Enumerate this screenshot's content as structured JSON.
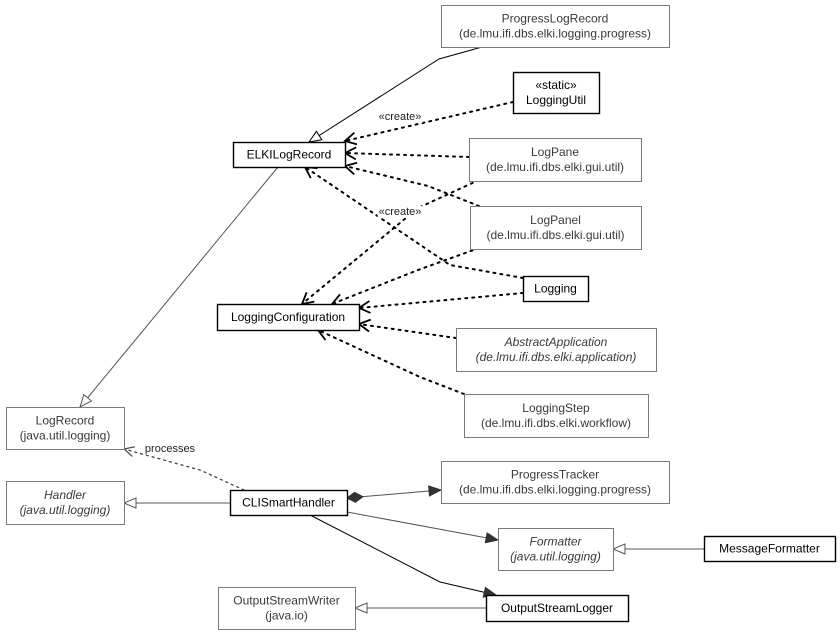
{
  "nodes": {
    "progress_log_record": {
      "lines": [
        "ProgressLogRecord",
        "(de.lmu.ifi.dbs.elki.logging.progress)"
      ],
      "italic": false,
      "style": "ext"
    },
    "logging_util": {
      "lines": [
        "«static»",
        "LoggingUtil"
      ],
      "italic": false,
      "style": "main"
    },
    "elki_log_record": {
      "lines": [
        "ELKILogRecord"
      ],
      "italic": false,
      "style": "main"
    },
    "log_pane": {
      "lines": [
        "LogPane",
        "(de.lmu.ifi.dbs.elki.gui.util)"
      ],
      "italic": false,
      "style": "ext"
    },
    "log_panel": {
      "lines": [
        "LogPanel",
        "(de.lmu.ifi.dbs.elki.gui.util)"
      ],
      "italic": false,
      "style": "ext"
    },
    "logging": {
      "lines": [
        "Logging"
      ],
      "italic": false,
      "style": "main"
    },
    "logging_configuration": {
      "lines": [
        "LoggingConfiguration"
      ],
      "italic": false,
      "style": "main"
    },
    "abstract_application": {
      "lines": [
        "AbstractApplication",
        "(de.lmu.ifi.dbs.elki.application)"
      ],
      "italic": true,
      "style": "ext"
    },
    "logging_step": {
      "lines": [
        "LoggingStep",
        "(de.lmu.ifi.dbs.elki.workflow)"
      ],
      "italic": false,
      "style": "ext"
    },
    "log_record": {
      "lines": [
        "LogRecord",
        "(java.util.logging)"
      ],
      "italic": false,
      "style": "ext"
    },
    "handler": {
      "lines": [
        "Handler",
        "(java.util.logging)"
      ],
      "italic": true,
      "style": "ext"
    },
    "cli_smart_handler": {
      "lines": [
        "CLISmartHandler"
      ],
      "italic": false,
      "style": "main"
    },
    "progress_tracker": {
      "lines": [
        "ProgressTracker",
        "(de.lmu.ifi.dbs.elki.logging.progress)"
      ],
      "italic": false,
      "style": "ext"
    },
    "formatter": {
      "lines": [
        "Formatter",
        "(java.util.logging)"
      ],
      "italic": true,
      "style": "ext"
    },
    "message_formatter": {
      "lines": [
        "MessageFormatter"
      ],
      "italic": false,
      "style": "main"
    },
    "output_stream_writer": {
      "lines": [
        "OutputStreamWriter",
        "(java.io)"
      ],
      "italic": false,
      "style": "ext"
    },
    "output_stream_logger": {
      "lines": [
        "OutputStreamLogger"
      ],
      "italic": false,
      "style": "main"
    }
  },
  "edges": [
    {
      "from": "progress_log_record",
      "to": "elki_log_record",
      "kind": "inheritance",
      "label": ""
    },
    {
      "from": "elki_log_record",
      "to": "log_record",
      "kind": "inheritance",
      "label": ""
    },
    {
      "from": "logging_util",
      "to": "elki_log_record",
      "kind": "create",
      "label": "«create»"
    },
    {
      "from": "log_pane",
      "to": "elki_log_record",
      "kind": "dependency",
      "label": ""
    },
    {
      "from": "log_panel",
      "to": "elki_log_record",
      "kind": "dependency",
      "label": ""
    },
    {
      "from": "logging",
      "to": "elki_log_record",
      "kind": "create",
      "label": "«create»"
    },
    {
      "from": "log_pane",
      "to": "logging_configuration",
      "kind": "dependency",
      "label": ""
    },
    {
      "from": "log_panel",
      "to": "logging_configuration",
      "kind": "dependency",
      "label": ""
    },
    {
      "from": "logging",
      "to": "logging_configuration",
      "kind": "dependency",
      "label": ""
    },
    {
      "from": "abstract_application",
      "to": "logging_configuration",
      "kind": "dependency",
      "label": ""
    },
    {
      "from": "logging_step",
      "to": "logging_configuration",
      "kind": "dependency",
      "label": ""
    },
    {
      "from": "cli_smart_handler",
      "to": "log_record",
      "kind": "processes",
      "label": "processes"
    },
    {
      "from": "cli_smart_handler",
      "to": "handler",
      "kind": "inheritance",
      "label": ""
    },
    {
      "from": "cli_smart_handler",
      "to": "progress_tracker",
      "kind": "composition",
      "label": ""
    },
    {
      "from": "cli_smart_handler",
      "to": "formatter",
      "kind": "association",
      "label": ""
    },
    {
      "from": "cli_smart_handler",
      "to": "output_stream_logger",
      "kind": "association",
      "label": ""
    },
    {
      "from": "message_formatter",
      "to": "formatter",
      "kind": "inheritance",
      "label": ""
    },
    {
      "from": "output_stream_logger",
      "to": "output_stream_writer",
      "kind": "inheritance",
      "label": ""
    }
  ]
}
